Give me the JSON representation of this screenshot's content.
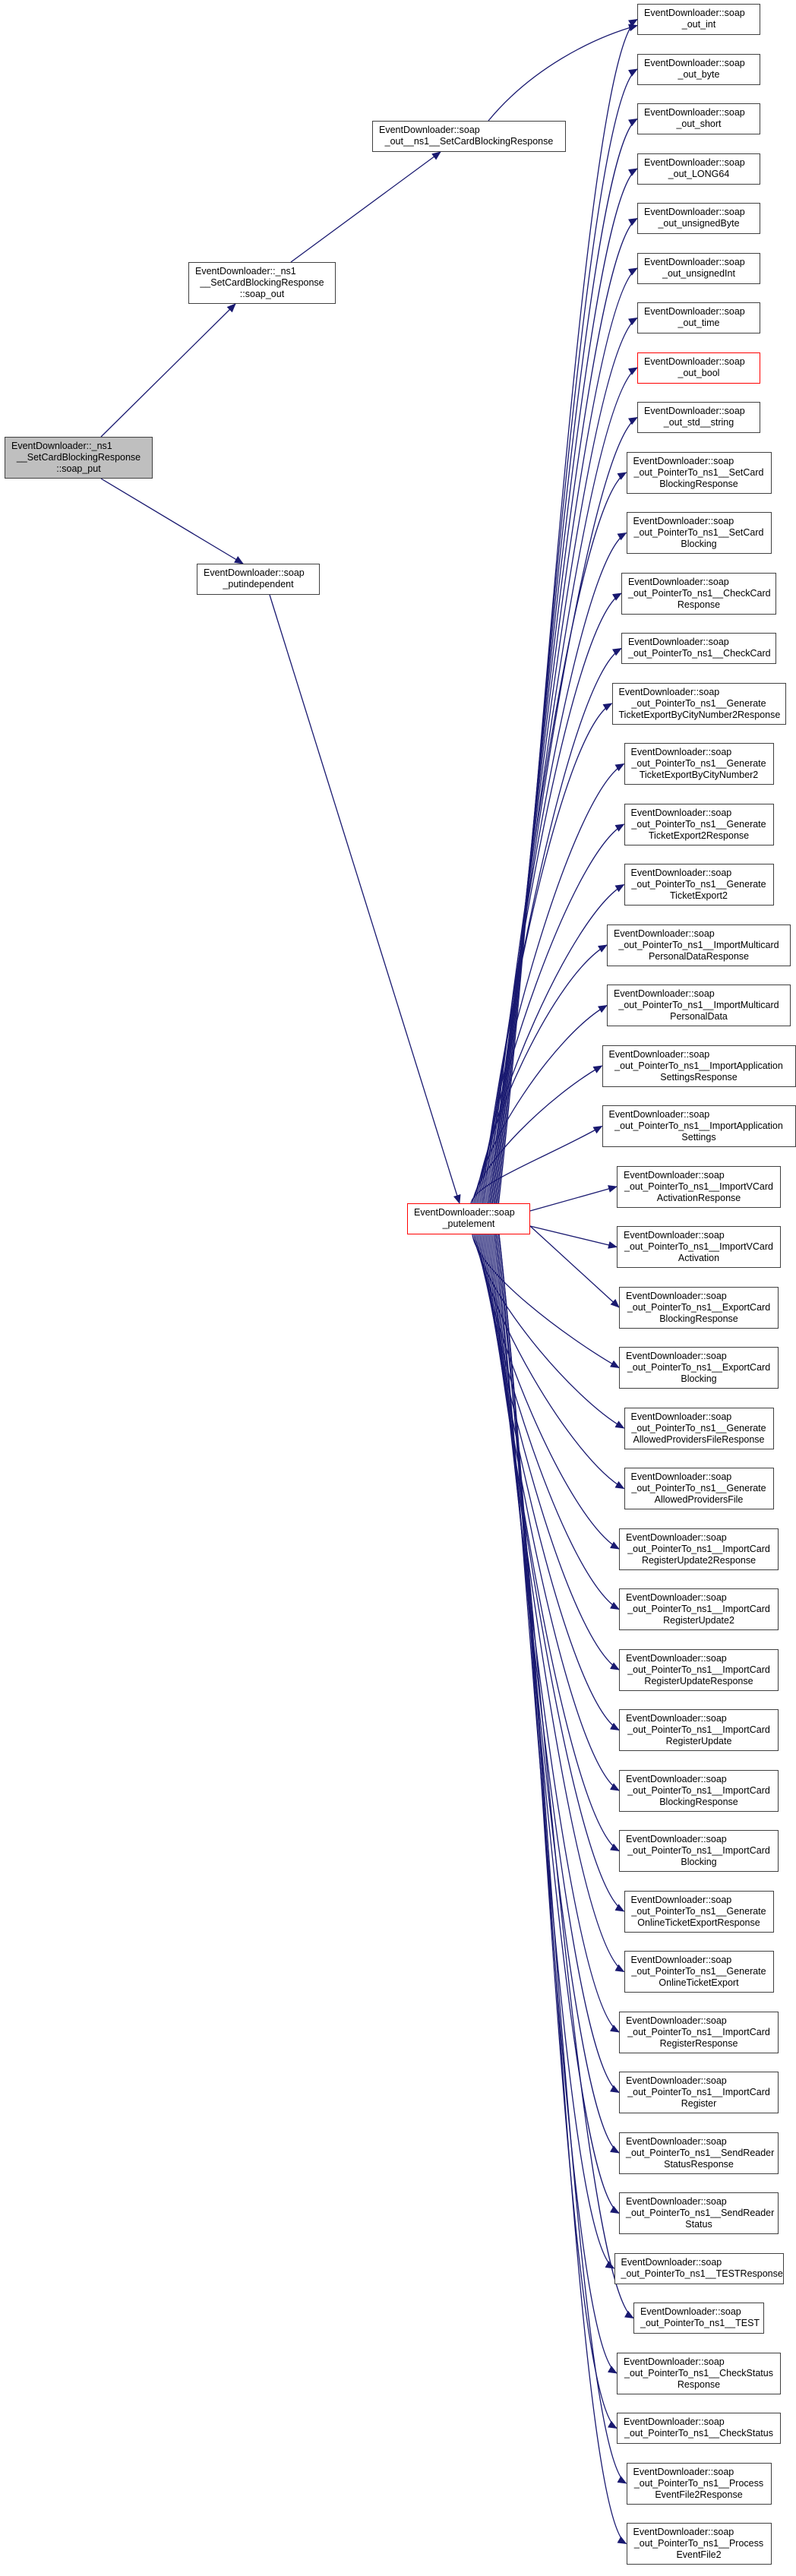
{
  "colors": {
    "edge": "#191970",
    "border": "#404040",
    "highlight": "#ff0000",
    "root_fill": "#bfbfbf"
  },
  "root": {
    "lines": [
      "EventDownloader::_ns1",
      "__SetCardBlockingResponse",
      "::soap_put"
    ]
  },
  "soap_out": {
    "lines": [
      "EventDownloader::_ns1",
      "__SetCardBlockingResponse",
      "::soap_out"
    ]
  },
  "soap_out_ns1": {
    "lines": [
      "EventDownloader::soap",
      "_out__ns1__SetCardBlockingResponse"
    ]
  },
  "putindependent": {
    "lines": [
      "EventDownloader::soap",
      "_putindependent"
    ]
  },
  "putelement": {
    "lines": [
      "EventDownloader::soap",
      "_putelement"
    ]
  },
  "targets": [
    {
      "lines": [
        "EventDownloader::soap",
        "_out_int"
      ]
    },
    {
      "lines": [
        "EventDownloader::soap",
        "_out_byte"
      ]
    },
    {
      "lines": [
        "EventDownloader::soap",
        "_out_short"
      ]
    },
    {
      "lines": [
        "EventDownloader::soap",
        "_out_LONG64"
      ]
    },
    {
      "lines": [
        "EventDownloader::soap",
        "_out_unsignedByte"
      ]
    },
    {
      "lines": [
        "EventDownloader::soap",
        "_out_unsignedInt"
      ]
    },
    {
      "lines": [
        "EventDownloader::soap",
        "_out_time"
      ]
    },
    {
      "lines": [
        "EventDownloader::soap",
        "_out_bool"
      ],
      "red": true
    },
    {
      "lines": [
        "EventDownloader::soap",
        "_out_std__string"
      ]
    },
    {
      "lines": [
        "EventDownloader::soap",
        "_out_PointerTo_ns1__SetCard",
        "BlockingResponse"
      ]
    },
    {
      "lines": [
        "EventDownloader::soap",
        "_out_PointerTo_ns1__SetCard",
        "Blocking"
      ]
    },
    {
      "lines": [
        "EventDownloader::soap",
        "_out_PointerTo_ns1__CheckCard",
        "Response"
      ]
    },
    {
      "lines": [
        "EventDownloader::soap",
        "_out_PointerTo_ns1__CheckCard"
      ]
    },
    {
      "lines": [
        "EventDownloader::soap",
        "_out_PointerTo_ns1__Generate",
        "TicketExportByCityNumber2Response"
      ]
    },
    {
      "lines": [
        "EventDownloader::soap",
        "_out_PointerTo_ns1__Generate",
        "TicketExportByCityNumber2"
      ]
    },
    {
      "lines": [
        "EventDownloader::soap",
        "_out_PointerTo_ns1__Generate",
        "TicketExport2Response"
      ]
    },
    {
      "lines": [
        "EventDownloader::soap",
        "_out_PointerTo_ns1__Generate",
        "TicketExport2"
      ]
    },
    {
      "lines": [
        "EventDownloader::soap",
        "_out_PointerTo_ns1__ImportMulticard",
        "PersonalDataResponse"
      ]
    },
    {
      "lines": [
        "EventDownloader::soap",
        "_out_PointerTo_ns1__ImportMulticard",
        "PersonalData"
      ]
    },
    {
      "lines": [
        "EventDownloader::soap",
        "_out_PointerTo_ns1__ImportApplication",
        "SettingsResponse"
      ]
    },
    {
      "lines": [
        "EventDownloader::soap",
        "_out_PointerTo_ns1__ImportApplication",
        "Settings"
      ]
    },
    {
      "lines": [
        "EventDownloader::soap",
        "_out_PointerTo_ns1__ImportVCard",
        "ActivationResponse"
      ]
    },
    {
      "lines": [
        "EventDownloader::soap",
        "_out_PointerTo_ns1__ImportVCard",
        "Activation"
      ]
    },
    {
      "lines": [
        "EventDownloader::soap",
        "_out_PointerTo_ns1__ExportCard",
        "BlockingResponse"
      ]
    },
    {
      "lines": [
        "EventDownloader::soap",
        "_out_PointerTo_ns1__ExportCard",
        "Blocking"
      ]
    },
    {
      "lines": [
        "EventDownloader::soap",
        "_out_PointerTo_ns1__Generate",
        "AllowedProvidersFileResponse"
      ]
    },
    {
      "lines": [
        "EventDownloader::soap",
        "_out_PointerTo_ns1__Generate",
        "AllowedProvidersFile"
      ]
    },
    {
      "lines": [
        "EventDownloader::soap",
        "_out_PointerTo_ns1__ImportCard",
        "RegisterUpdate2Response"
      ]
    },
    {
      "lines": [
        "EventDownloader::soap",
        "_out_PointerTo_ns1__ImportCard",
        "RegisterUpdate2"
      ]
    },
    {
      "lines": [
        "EventDownloader::soap",
        "_out_PointerTo_ns1__ImportCard",
        "RegisterUpdateResponse"
      ]
    },
    {
      "lines": [
        "EventDownloader::soap",
        "_out_PointerTo_ns1__ImportCard",
        "RegisterUpdate"
      ]
    },
    {
      "lines": [
        "EventDownloader::soap",
        "_out_PointerTo_ns1__ImportCard",
        "BlockingResponse"
      ]
    },
    {
      "lines": [
        "EventDownloader::soap",
        "_out_PointerTo_ns1__ImportCard",
        "Blocking"
      ]
    },
    {
      "lines": [
        "EventDownloader::soap",
        "_out_PointerTo_ns1__Generate",
        "OnlineTicketExportResponse"
      ]
    },
    {
      "lines": [
        "EventDownloader::soap",
        "_out_PointerTo_ns1__Generate",
        "OnlineTicketExport"
      ]
    },
    {
      "lines": [
        "EventDownloader::soap",
        "_out_PointerTo_ns1__ImportCard",
        "RegisterResponse"
      ]
    },
    {
      "lines": [
        "EventDownloader::soap",
        "_out_PointerTo_ns1__ImportCard",
        "Register"
      ]
    },
    {
      "lines": [
        "EventDownloader::soap",
        "_out_PointerTo_ns1__SendReader",
        "StatusResponse"
      ]
    },
    {
      "lines": [
        "EventDownloader::soap",
        "_out_PointerTo_ns1__SendReader",
        "Status"
      ]
    },
    {
      "lines": [
        "EventDownloader::soap",
        "_out_PointerTo_ns1__TESTResponse"
      ]
    },
    {
      "lines": [
        "EventDownloader::soap",
        "_out_PointerTo_ns1__TEST"
      ]
    },
    {
      "lines": [
        "EventDownloader::soap",
        "_out_PointerTo_ns1__CheckStatus",
        "Response"
      ]
    },
    {
      "lines": [
        "EventDownloader::soap",
        "_out_PointerTo_ns1__CheckStatus"
      ]
    },
    {
      "lines": [
        "EventDownloader::soap",
        "_out_PointerTo_ns1__Process",
        "EventFile2Response"
      ]
    },
    {
      "lines": [
        "EventDownloader::soap",
        "_out_PointerTo_ns1__Process",
        "EventFile2"
      ]
    }
  ]
}
